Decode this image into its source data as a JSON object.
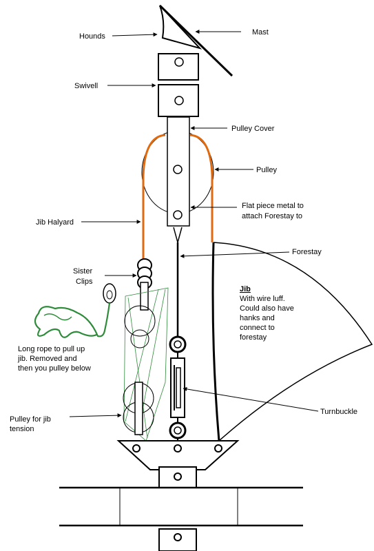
{
  "labels": {
    "hounds": "Hounds",
    "mast": "Mast",
    "swivel": "Swivell",
    "pulley_cover": "Pulley Cover",
    "pulley": "Pulley",
    "flat_metal_1": "Flat piece metal to",
    "flat_metal_2": "attach Forestay to",
    "jib_halyard": "Jib Halyard",
    "forestay": "Forestay",
    "sister_clips_1": "Sister",
    "sister_clips_2": "Clips",
    "jib_title": "Jib",
    "jib_note_1": "With wire luff.",
    "jib_note_2": "Could also have",
    "jib_note_3": "hanks and",
    "jib_note_4": "connect to",
    "jib_note_5": "forestay",
    "long_rope_1": "Long rope to pull up",
    "long_rope_2": "jib. Removed and",
    "long_rope_3": "then you pulley below",
    "turnbuckle": "Turnbuckle",
    "pulley_jib_1": "Pulley for jib",
    "pulley_jib_2": "tension"
  },
  "colors": {
    "halyard": "#e06a10",
    "rope": "#2e8b3a",
    "ink": "#000000"
  }
}
